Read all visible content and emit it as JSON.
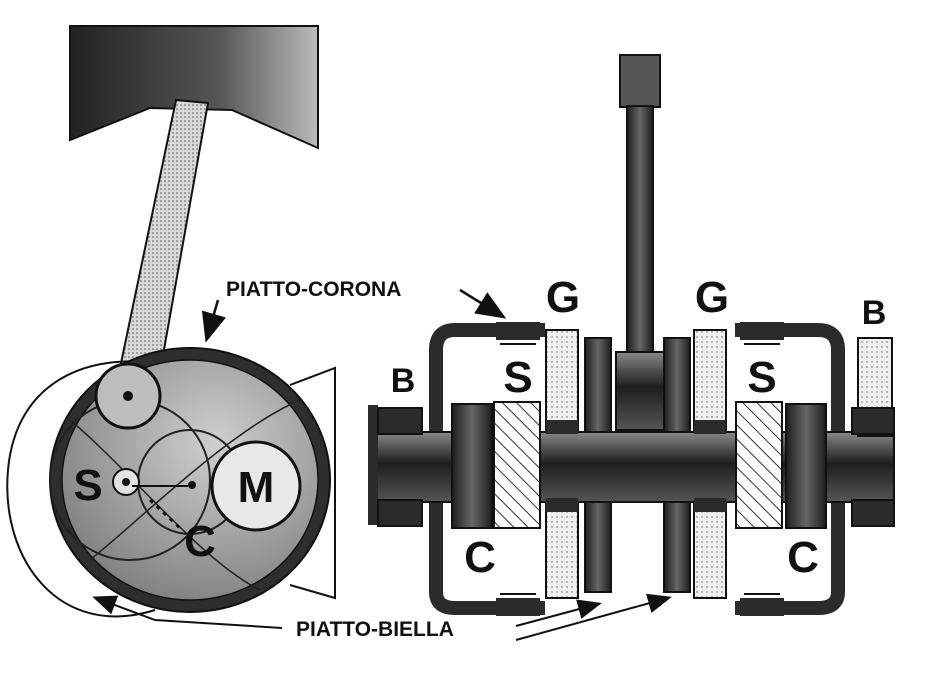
{
  "labels": {
    "piatto_corona": "PIATTO-CORONA",
    "piatto_biella": "PIATTO-BIELLA",
    "left_view": {
      "s": "S",
      "c": "C",
      "m": "M"
    },
    "section_view": {
      "g_left": "G",
      "g_right": "G",
      "b_left": "B",
      "b_right": "B",
      "s_left": "S",
      "s_right": "S",
      "c_left": "C",
      "c_right": "C"
    }
  },
  "colors": {
    "ink": "#111111",
    "dark": "#2e2e2e",
    "mid": "#777777",
    "light": "#c9c9c9",
    "paper": "#ffffff"
  }
}
